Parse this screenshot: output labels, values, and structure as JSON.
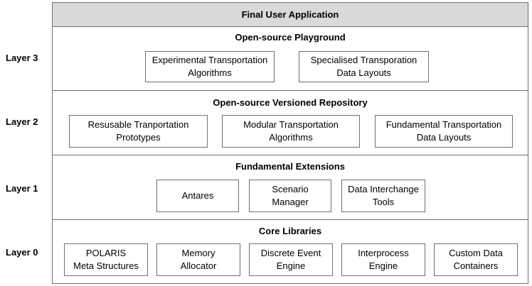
{
  "layer_labels": [
    "Layer 3",
    "Layer 2",
    "Layer 1",
    "Layer 0"
  ],
  "top": {
    "title": "Final User Application",
    "fill": "#d9d9d9"
  },
  "layer3": {
    "title": "Open-source Playground",
    "boxes": [
      "Experimental Transportation\nAlgorithms",
      "Specialised Transporation\nData Layouts"
    ]
  },
  "layer2": {
    "title": "Open-source Versioned Repository",
    "boxes": [
      "Resusable Tranportation\nPrototypes",
      "Modular Transportation\nAlgorithms",
      "Fundamental Transportation\nData Layouts"
    ]
  },
  "layer1": {
    "title": "Fundamental Extensions",
    "boxes": [
      "Antares",
      "Scenario\nManager",
      "Data Interchange\nTools"
    ]
  },
  "layer0": {
    "title": "Core Libraries",
    "boxes": [
      "POLARIS\nMeta Structures",
      "Memory\nAllocator",
      "Discrete Event\nEngine",
      "Interprocess\nEngine",
      "Custom Data\nContainers"
    ]
  }
}
